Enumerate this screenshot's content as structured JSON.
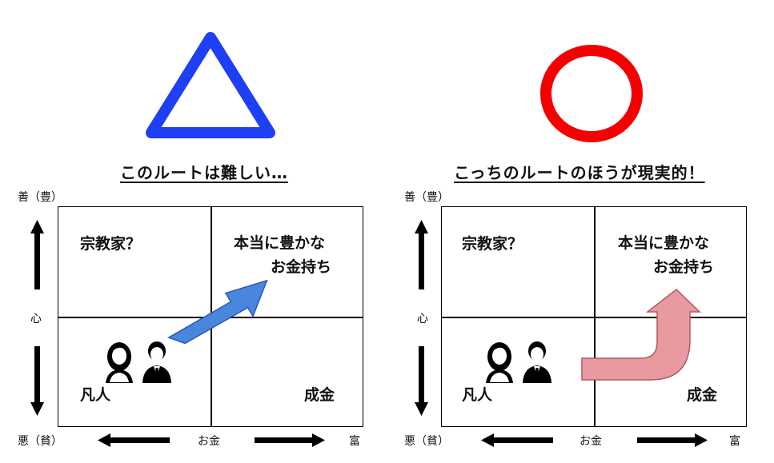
{
  "panels": [
    {
      "symbol": "triangle-icon",
      "symbol_color": "#1f3ff5",
      "title": "このルートは難しい…",
      "axes": {
        "top": "善（豊）",
        "middle": "心",
        "bottom": "悪（貧）",
        "center_x": "お金",
        "right": "富"
      },
      "quadrants": {
        "top_left": "宗教家？",
        "top_right_line1": "本当に豊かな",
        "top_right_line2": "お金持ち",
        "bottom_left": "凡人",
        "bottom_right": "成金"
      },
      "route_color": "#4a86dd"
    },
    {
      "symbol": "circle-icon",
      "symbol_color": "#f40000",
      "title": "こっちのルートのほうが現実的！",
      "axes": {
        "top": "善（豊）",
        "middle": "心",
        "bottom": "悪（貧）",
        "center_x": "お金",
        "right": "富"
      },
      "quadrants": {
        "top_left": "宗教家？",
        "top_right_line1": "本当に豊かな",
        "top_right_line2": "お金持ち",
        "bottom_left": "凡人",
        "bottom_right": "成金"
      },
      "route_color": "#e89aa0"
    }
  ]
}
